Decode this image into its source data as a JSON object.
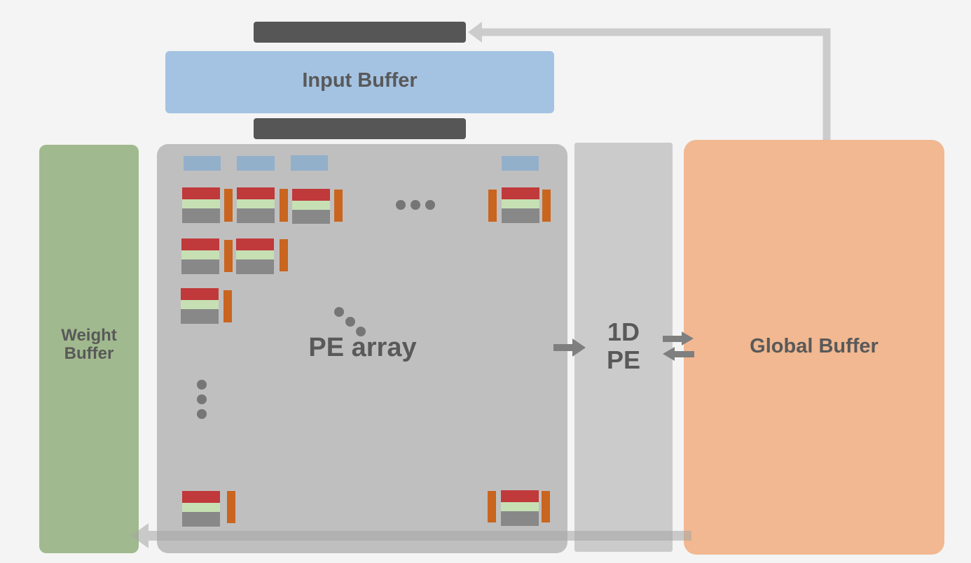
{
  "labels": {
    "input_buffer": "Input Buffer",
    "weight_buffer": "Weight\nBuffer",
    "pe_array": "PE array",
    "pe_1d": "1D\nPE",
    "global_buffer": "Global Buffer"
  },
  "colors": {
    "background": "#f4f4f4",
    "input_buffer": "#a4c3e3",
    "weight_buffer": "#a1b98e",
    "pe_array": "#bfbfbf",
    "pe_1d": "#cbcbcb",
    "global_buffer": "#f1b891",
    "register_bar": "#565656",
    "pe_red": "#c0393b",
    "pe_green": "#c6e0b4",
    "pe_gray": "#888888",
    "pe_orange": "#c9651f",
    "pe_input_blue": "#93b0cb",
    "arrow_light": "#cccccc",
    "arrow_dark": "#7f7f7f",
    "dots": "#767676"
  }
}
